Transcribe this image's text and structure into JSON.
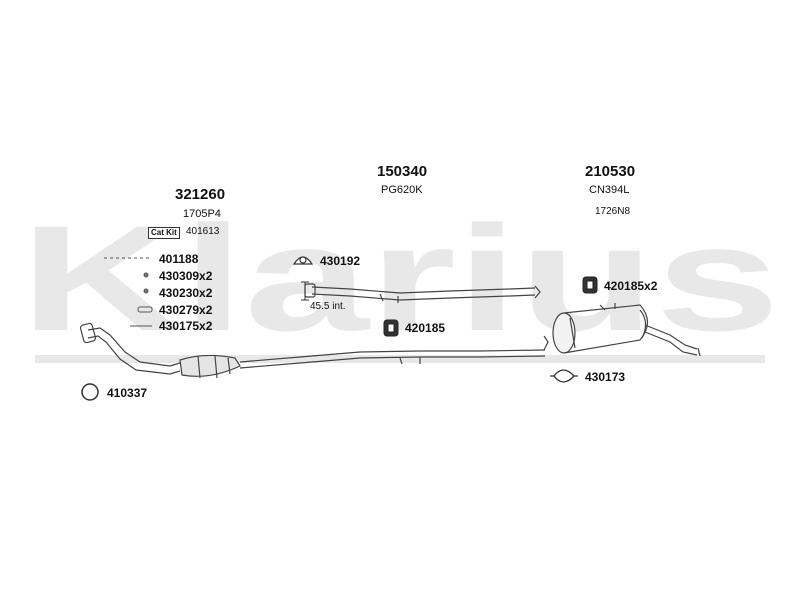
{
  "watermark": {
    "text": "Klarius",
    "color": "#e6e6e6"
  },
  "sections": [
    {
      "code": "321260",
      "ref": "1705P4"
    },
    {
      "code": "150340",
      "ref": "PG620K"
    },
    {
      "code": "210530",
      "ref": "CN394L",
      "ref2": "1726N8"
    }
  ],
  "cat_kit": {
    "label": "Cat Kit",
    "code": "401613"
  },
  "kit_parts": [
    "401188",
    "430309x2",
    "430230x2",
    "430279x2",
    "430175x2"
  ],
  "parts": {
    "p430192": "430192",
    "p420185": "420185",
    "p420185x2": "420185x2",
    "p430173": "430173",
    "p410337": "410337"
  },
  "note": "45.5 int.",
  "colors": {
    "line": "#444444",
    "text": "#111111"
  }
}
